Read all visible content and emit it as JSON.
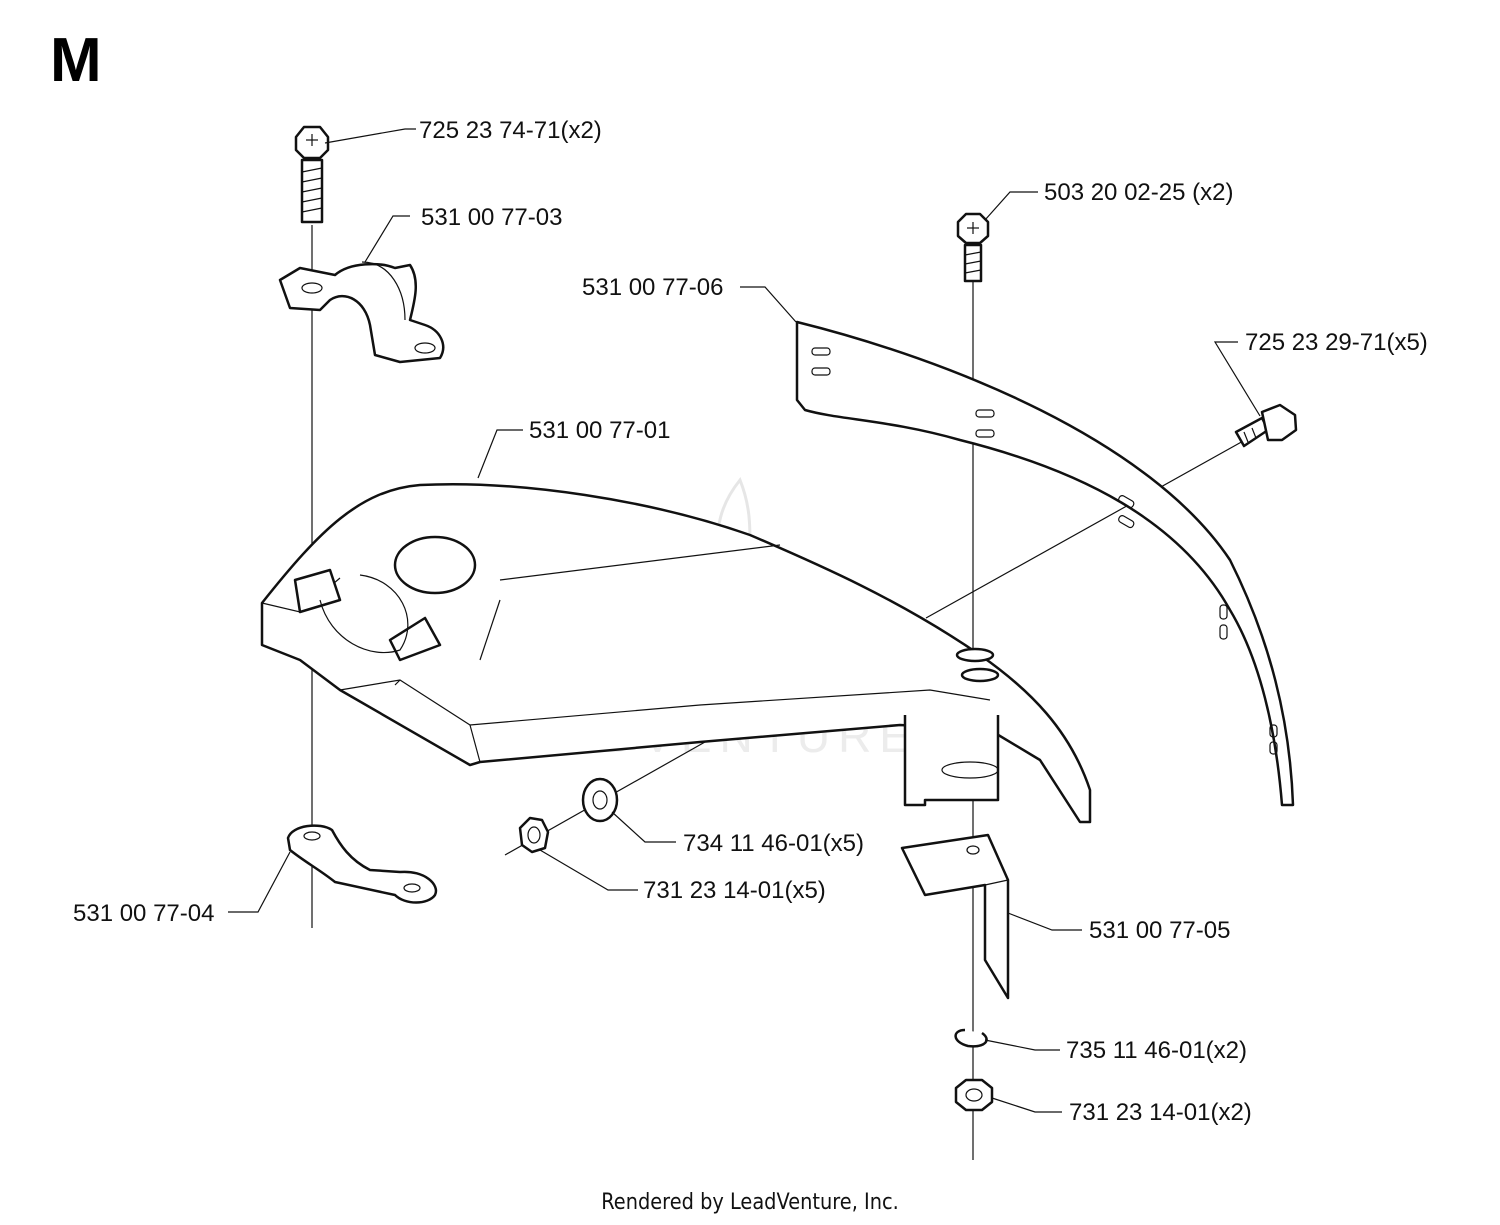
{
  "diagram": {
    "section_letter": "M",
    "footer": "Rendered by LeadVenture, Inc.",
    "watermark_text": "LEADVENTURE",
    "parts": [
      {
        "id": "bolt_top_left",
        "label": "725 23 74-71(x2)"
      },
      {
        "id": "clamp_upper",
        "label": "531 00 77-03"
      },
      {
        "id": "guard_body",
        "label": "531 00 77-01"
      },
      {
        "id": "clamp_lower",
        "label": "531 00 77-04"
      },
      {
        "id": "washer",
        "label": "734 11 46-01(x5)"
      },
      {
        "id": "nut_small",
        "label": "731 23 14-01(x5)"
      },
      {
        "id": "bolt_top_right",
        "label": "503 20 02-25 (x2)"
      },
      {
        "id": "guard_extension",
        "label": "531 00 77-06"
      },
      {
        "id": "bolt_side",
        "label": "725 23 29-71(x5)"
      },
      {
        "id": "bracket",
        "label": "531 00 77-05"
      },
      {
        "id": "circlip",
        "label": "735 11 46-01(x2)"
      },
      {
        "id": "nut_bottom",
        "label": "731 23 14-01(x2)"
      }
    ]
  }
}
